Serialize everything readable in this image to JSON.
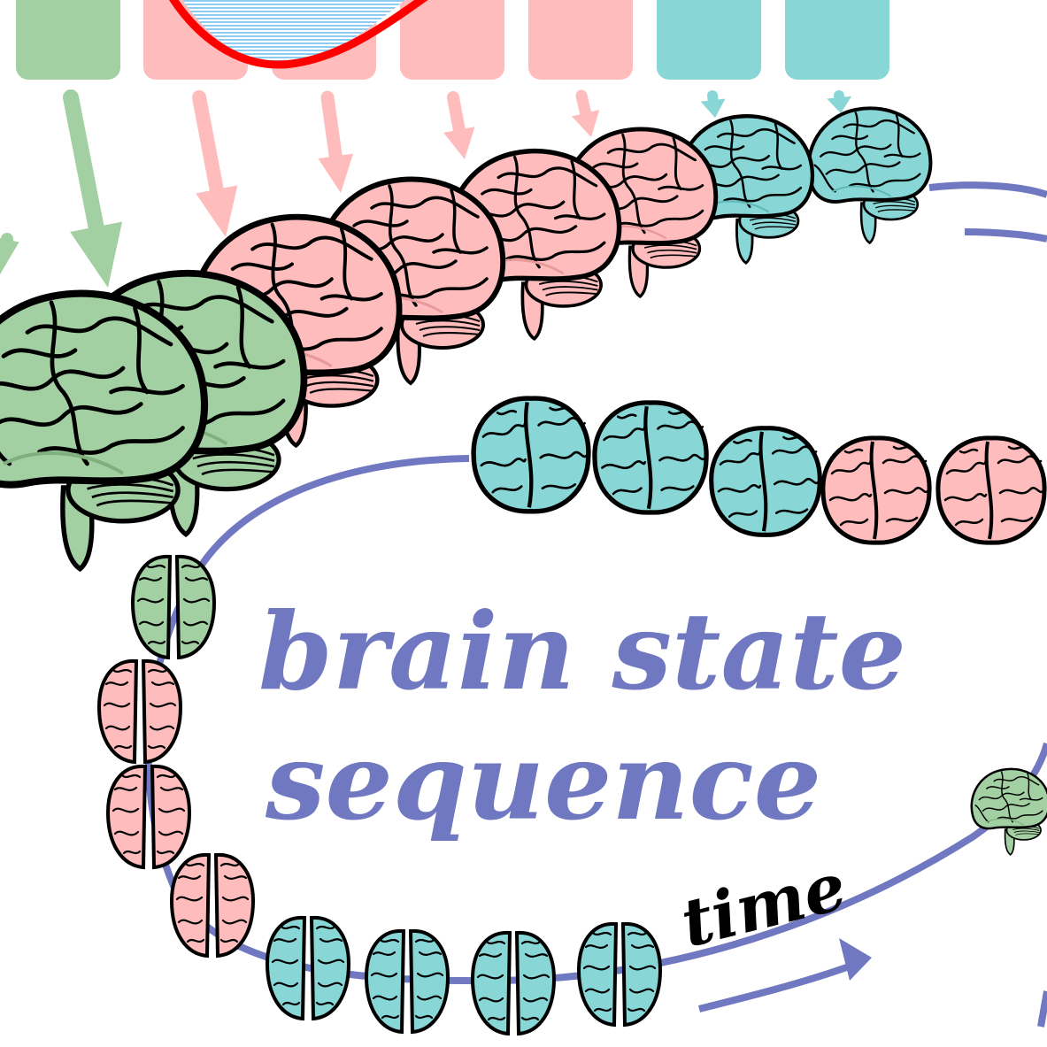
{
  "labels": {
    "title_line1": "brain state",
    "title_line2": "sequence",
    "time": "time"
  },
  "colors": {
    "green": "#a3d0a2",
    "green_dark": "#7fb07e",
    "pink": "#ffbcbc",
    "pink_dark": "#e89a9a",
    "teal": "#88d6d6",
    "teal_dark": "#5fb8b8",
    "track": "#6f78c0",
    "curve": "#ff0000",
    "hatch": "#8ecbf0"
  },
  "states": {
    "top_boxes": [
      "green",
      "pink",
      "pink",
      "pink",
      "pink",
      "teal",
      "teal"
    ],
    "large_brains": [
      "green",
      "green",
      "pink",
      "pink",
      "pink",
      "pink",
      "teal",
      "teal"
    ],
    "middle_brains": [
      "teal",
      "teal",
      "teal",
      "pink",
      "pink"
    ],
    "loop_brains": [
      "green",
      "pink",
      "pink",
      "pink",
      "teal",
      "teal",
      "teal",
      "teal"
    ],
    "right_brain": "green"
  },
  "icons": {
    "brain": "brain-icon",
    "arrow": "arrow-down-icon",
    "time_arrow": "arrow-right-icon"
  }
}
